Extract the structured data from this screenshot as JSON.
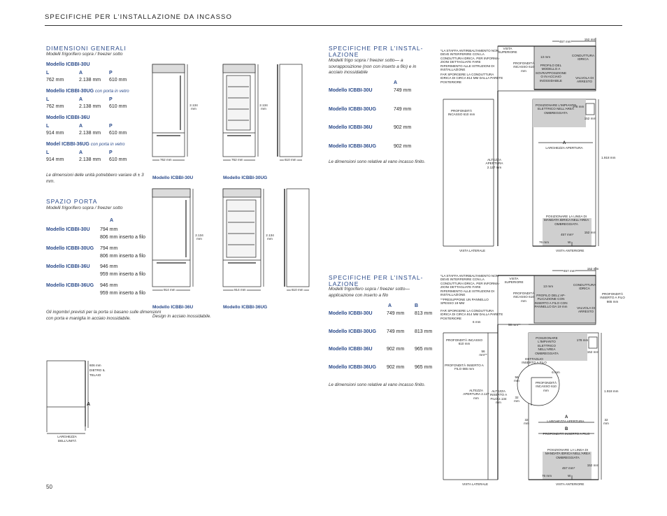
{
  "header": {
    "title": "SPECIFICHE PER L'INSTALLAZIONE DA INCASSO"
  },
  "page_number": "50",
  "dimensioni": {
    "title": "DIMENSIONI GENERALI",
    "subtitle": "Modelli frigorifero sopra / freezer sotto",
    "col_l": "L",
    "col_a": "A",
    "col_p": "P",
    "models": [
      {
        "name": "Modello ICBBI-30U",
        "suffix": "",
        "l": "762 mm",
        "a": "2.138 mm",
        "p": "610 mm"
      },
      {
        "name": "Modello ICBBI-30UG",
        "suffix": "con porta in vetro",
        "l": "762 mm",
        "a": "2.138 mm",
        "p": "610 mm"
      },
      {
        "name": "Modello ICBBI-36U",
        "suffix": "",
        "l": "914 mm",
        "a": "2.138 mm",
        "p": "610 mm"
      },
      {
        "name": "Model ICBBI-36UG",
        "suffix": "con porta in vetro",
        "l": "914 mm",
        "a": "2.138 mm",
        "p": "610 mm"
      }
    ],
    "note": "Le dimensioni delle unità potrebbero variare di ± 3 mm."
  },
  "spazio": {
    "title": "SPAZIO PORTA",
    "subtitle": "Modelli frigorifero sopra / freezer sotto",
    "col_a": "A",
    "models": [
      {
        "name": "Modello ICBBI-30U",
        "v1": "794 mm",
        "v2": "806 mm inserto a filo"
      },
      {
        "name": "Modello ICBBI-30UG",
        "v1": "794 mm",
        "v2": "806 mm inserto a filo"
      },
      {
        "name": "Modello ICBBI-36U",
        "v1": "946 mm",
        "v2": "959 mm inserto a filo"
      },
      {
        "name": "Modello ICBBI-36UG",
        "v1": "946 mm",
        "v2": "959 mm inserto a filo"
      }
    ],
    "note": "Gli ingombri previsti per la porta si basano sulle dimensioni con porta e maniglia in acciaio inossidabile."
  },
  "fridge_figs": {
    "h": "2.134 mm",
    "w30": "762 mm",
    "w36": "914 mm",
    "d": "610 mm",
    "cap_30u": "Modello ICBBI-30U",
    "cap_30ug": "Modello ICBBI-30UG",
    "cap_36u": "Modello ICBBI-36U",
    "cap_36ug": "Modello ICBBI-36UG",
    "design_note": "Design in acciaio inossidabile."
  },
  "door_fig": {
    "dim": "606 mm",
    "dim_sub": "DIETRO IL",
    "dim_sub2": "TELAIO",
    "a": "A",
    "width_lbl": "LARGHEZZA",
    "width_lbl2": "DELL'UNITÀ"
  },
  "spec1": {
    "title1": "SPECIFICHE PER L'INSTAL-",
    "title2": "LAZIONE",
    "subtitle": "Modelli frigo sopra / freezer sotto— a sovrapposizione (non con inserto a filo) e in acciaio inossidabile",
    "col_a": "A",
    "rows": [
      {
        "name": "Modello ICBBI-30U",
        "a": "749 mm"
      },
      {
        "name": "Modello ICBBI-30UG",
        "a": "749 mm"
      },
      {
        "name": "Modello ICBBI-36U",
        "a": "902 mm"
      },
      {
        "name": "Modello ICBBI-36UG",
        "a": "902 mm"
      }
    ],
    "note": "Le dimensioni sono relative al vano incasso finito."
  },
  "spec2": {
    "title1": "SPECIFICHE PER L'INSTAL-",
    "title2": "LAZIONE",
    "subtitle": "Modelli frigorifero sopra / freezer sotto— applicazione con inserto a filo",
    "col_a": "A",
    "col_b": "B",
    "rows": [
      {
        "name": "Modello ICBBI-30U",
        "a": "749 mm",
        "b": "813 mm"
      },
      {
        "name": "Modello ICBBI-30UG",
        "a": "749 mm",
        "b": "813 mm"
      },
      {
        "name": "Modello ICBBI-36U",
        "a": "902 mm",
        "b": "965 mm"
      },
      {
        "name": "Modello ICBBI-36UG",
        "a": "902 mm",
        "b": "965 mm"
      }
    ],
    "note": "Le dimensioni sono relative al vano incasso finito."
  },
  "diag1": {
    "note1": "*LA STAFFA ANTIRIBALTAMENTO NON DEVE INTERFERIRE CON LA CONDUTTURA IDRICA. PER INFORMA- ZIONI DETTAGLIATE FARE RIFERIMENTO ALLE ISTRUZIONI DI INSTALLAZIONE",
    "note2": "FAR SPORGERE LA CONDUTTURA IDRICA DI CIRCA 914 MM DALLA PARETE POSTERIORE",
    "vista_sup": "VISTA SUPERIORE",
    "d457": "457 mm*",
    "d152": "152 mm",
    "d13": "13 mm",
    "prof_incasso": "PROFONDITÀ INCASSO 610 mm",
    "profilo": "PROFILO DEL MODELLO A SOVRAPPOSIZIONE O IN ACCIAIO INOSSIDABILE",
    "condotta": "CONDUTTURA IDRICA",
    "valvola": "VALVOLA DI ARRESTO",
    "impianto": "POSIZIONARE L'IMPIANTO ELETTRICO NELL'AREA OMBREGGIATA",
    "d178": "178 mm",
    "prof_side": "PROFONDITÀ INCASSO 610 mm",
    "altezza": "ALTEZZA APERTURA 2.127 mm",
    "a": "A",
    "larghezza": "LARGHEZZA APERTURA",
    "d1918": "1.918 mm",
    "linea": "POSIZIONARE LA LINEA DI MANDATA IDRICA NELL'AREA OMBREGGIATA",
    "d76": "76 mm",
    "w": "W",
    "vista_lat": "VISTA LATERALE",
    "vista_ant": "VISTA ANTERIORE"
  },
  "diag2": {
    "note1": "*LA STAFFA ANTIRIBALTAMENTO NON DEVE INTERFERIRE CON LA CONDUTTURA IDRICA. PER INFORMA- ZIONI DETTAGLIATE FARE RIFERIMENTO ALLE ISTRUZIONI DI INSTALLAZIONE",
    "note2": "**PRESUPPONE UN PANNELLO SPESSO 19 MM",
    "note3": "FAR SPORGERE LA CONDUTTURA IDRICA DI CIRCA 914 MM DALLA PARETE POSTERIORE",
    "vista_sup": "VISTA SUPERIORE",
    "d457": "457 mm*",
    "d152": "152 mm",
    "d13": "13 mm",
    "prof_incasso": "PROFONDITÀ INCASSO 610 mm",
    "profilo": "PROFILO DELL'AP- PLICAZIONE CON INSERTO A FILO CON PANNELLO DA 19 mm",
    "condotta": "CONDUTTURA IDRICA",
    "valvola": "VALVOLA DI ARRESTO",
    "prof_filo": "PROFONDITÀ INSERTO A FILO 665 mm",
    "d6": "6 mm",
    "d56": "56 mm**",
    "d56b": "56 mm**",
    "impianto": "POSIZIONARE L'IMPIANTO ELETTRICO NELL'AREA OMBREGGIATA",
    "d178": "178 mm",
    "dettaglio": "DETTAGLIO INSERTO A FILO",
    "d6b": "6 mm",
    "d56c": "56 mm",
    "prof_dett": "PROFONDITÀ INCASSO 610 mm",
    "d32": "32 mm",
    "side_prof": "PROFONDITÀ INCASSO 610 mm",
    "side_filo": "PROFONDITÀ INSERTO A FILO 665 mm",
    "altezza": "ALTEZZA APERTURA 2.127 mm",
    "altezza_filo": "ALTEZZA INSERTO A FILO 2.134 mm",
    "a": "A",
    "larghezza": "LARGHEZZA APERTURA",
    "b": "B",
    "prof_b": "PROFONDITÀ INSERTO A FILO",
    "d1918": "1.918 mm",
    "d32l": "32 mm",
    "d32r": "32 mm",
    "linea": "POSIZIONARE LA LINEA DI MANDATA IDRICA NELL'AREA OMBREGGIATA",
    "d76": "76 mm",
    "w": "W",
    "vista_lat": "VISTA LATERALE",
    "vista_ant": "VISTA ANTERIORE"
  }
}
